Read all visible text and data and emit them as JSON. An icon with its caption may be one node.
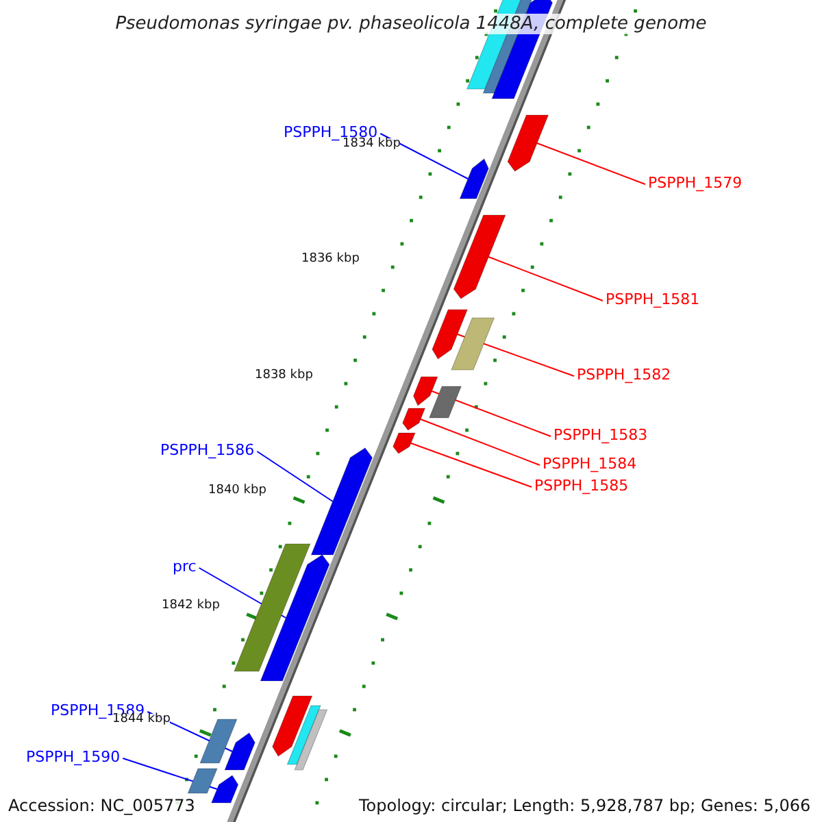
{
  "diagram": {
    "title": "Pseudomonas syringae pv. phaseolicola 1448A, complete genome",
    "nodes": [
      {
        "text": [
          "PSPPH_1580"
        ]
      },
      {
        "text": [],
        "shape": "bar"
      },
      {
        "text": [
          "PSPPH_1579"
        ]
      },
      {
        "text": [],
        "shape": "bar"
      },
      {
        "text": [
          "PSPPH_1581"
        ]
      },
      {
        "text": [],
        "shape": "bar"
      },
      {
        "text": [
          "PSPPH_1582"
        ]
      },
      {
        "text": [],
        "shape": "bar"
      },
      {
        "text": [
          "PSPPH_1583"
        ]
      },
      {
        "text": [],
        "shape": "bar"
      },
      {
        "text": [
          "PSPPH_1584"
        ]
      },
      {
        "text": [],
        "shape": "bar"
      },
      {
        "text": [
          "PSPPH_1585"
        ]
      },
      {
        "text": [],
        "shape": "bar"
      },
      {
        "text": [
          "PSPPH_1586"
        ]
      },
      {
        "text": [],
        "shape": "bar"
      },
      {
        "text": [
          "prc"
        ]
      },
      {
        "text": [],
        "shape": "bar"
      },
      {
        "text": [
          "PSPPH_1589"
        ]
      },
      {
        "text": [],
        "shape": "bar"
      },
      {
        "text": [
          "PSPPH_1590"
        ]
      },
      {
        "text": [],
        "shape": "bar"
      },
      {
        "text": [],
        "shape": "bar"
      },
      {
        "text": [],
        "shape": "bar"
      },
      {
        "text": [],
        "shape": "bar"
      },
      {
        "text": [],
        "shape": "bar"
      },
      {
        "text": [],
        "shape": "bar"
      },
      {
        "text": [],
        "shape": "bar"
      },
      {
        "text": [],
        "shape": "bar"
      },
      {
        "text": [],
        "shape": "bar"
      },
      {
        "text": [],
        "shape": "bar"
      },
      {
        "text": [],
        "shape": "bar"
      },
      {
        "text": [],
        "shape": "bar"
      }
    ],
    "edges": [
      {
        "from": 0,
        "to": 1,
        "arrow": "none",
        "color": "#0000ff"
      },
      {
        "from": 2,
        "to": 3,
        "arrow": "none"
      },
      {
        "from": 4,
        "to": 5,
        "arrow": "none"
      },
      {
        "from": 6,
        "to": 7,
        "arrow": "none"
      },
      {
        "from": 8,
        "to": 9,
        "arrow": "none"
      },
      {
        "from": 10,
        "to": 11,
        "arrow": "none"
      },
      {
        "from": 12,
        "to": 13,
        "arrow": "none"
      },
      {
        "from": 14,
        "to": 15,
        "arrow": "none",
        "color": "#0000ff"
      },
      {
        "from": 16,
        "to": 17,
        "arrow": "none",
        "color": "#0000ff"
      },
      {
        "from": 18,
        "to": 19,
        "arrow": "none",
        "color": "#0000ff"
      },
      {
        "from": 20,
        "to": 21,
        "arrow": "none",
        "color": "#0000ff"
      }
    ],
    "labels": [
      "1834 kbp",
      "1836 kbp",
      "1838 kbp",
      "1840 kbp",
      "1842 kbp",
      "1844 kbp",
      "Accession: NC_005773",
      "Topology: circular; Length: 5,928,787 bp; Genes: 5,066"
    ]
  }
}
